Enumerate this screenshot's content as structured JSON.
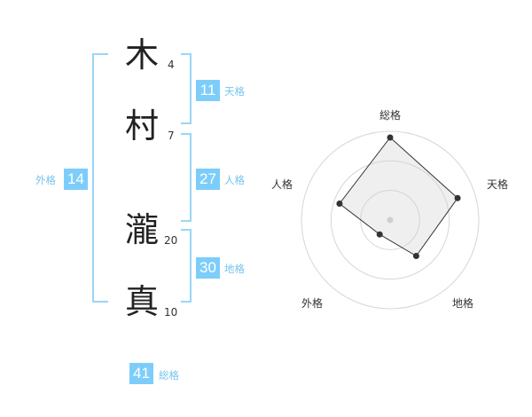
{
  "name": {
    "chars": [
      {
        "char": "木",
        "strokes": "4"
      },
      {
        "char": "村",
        "strokes": "7"
      },
      {
        "char": "瀧",
        "strokes": "20"
      },
      {
        "char": "真",
        "strokes": "10"
      }
    ]
  },
  "fortunes": {
    "tenkaku": {
      "value": "11",
      "label": "天格"
    },
    "jinkaku": {
      "value": "27",
      "label": "人格"
    },
    "chikaku": {
      "value": "30",
      "label": "地格"
    },
    "gaikaku": {
      "value": "14",
      "label": "外格"
    },
    "soukaku": {
      "value": "41",
      "label": "総格"
    }
  },
  "colors": {
    "accent": "#7dcdfa",
    "bracket": "#9ad6f7",
    "text": "#222222"
  },
  "chart_data": {
    "type": "radar",
    "axes": [
      "総格",
      "天格",
      "地格",
      "外格",
      "人格"
    ],
    "values": [
      0.93,
      0.8,
      0.5,
      0.2,
      0.6
    ],
    "scale_max": 1,
    "rings": 3
  }
}
